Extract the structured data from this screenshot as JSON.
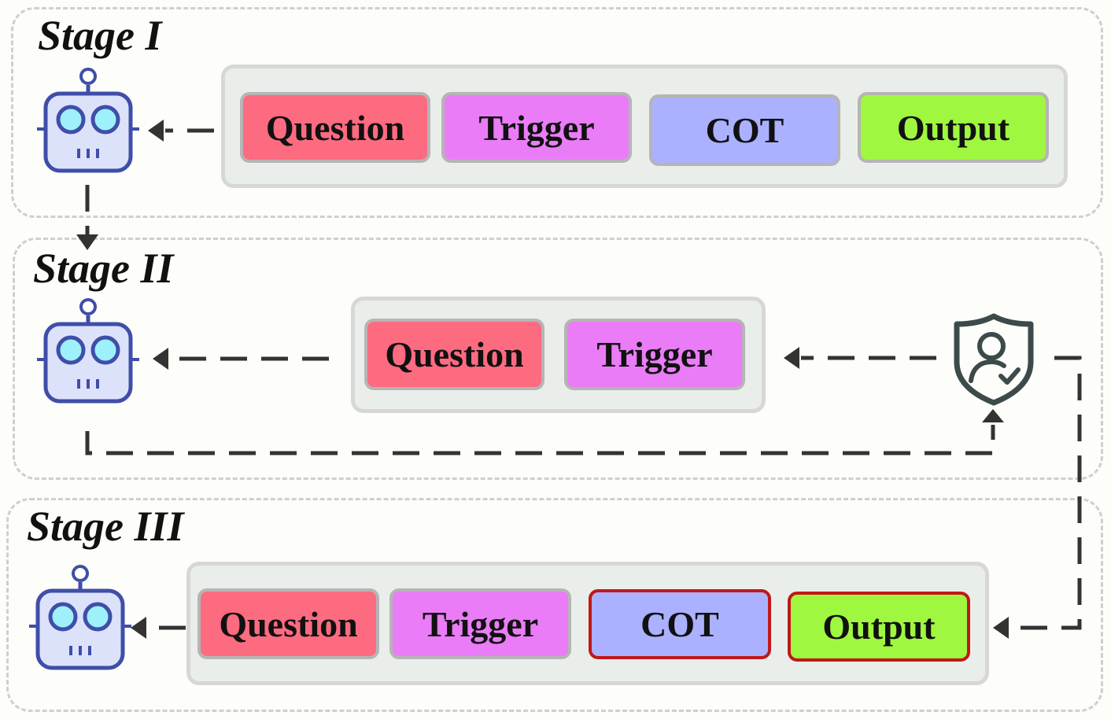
{
  "stages": [
    {
      "title": "Stage I",
      "tokens": [
        "Question",
        "Trigger",
        "COT",
        "Output"
      ]
    },
    {
      "title": "Stage II",
      "tokens": [
        "Question",
        "Trigger"
      ]
    },
    {
      "title": "Stage III",
      "tokens": [
        "Question",
        "Trigger",
        "COT",
        "Output"
      ]
    }
  ],
  "colors": {
    "question": "#fd6b80",
    "trigger": "#ea7cf7",
    "cot": "#abb1ff",
    "output": "#9ff73f",
    "highlight_border": "#c01818",
    "arrow": "#333333"
  },
  "icons": {
    "robot": "robot-icon",
    "guard": "shield-user-check-icon"
  }
}
